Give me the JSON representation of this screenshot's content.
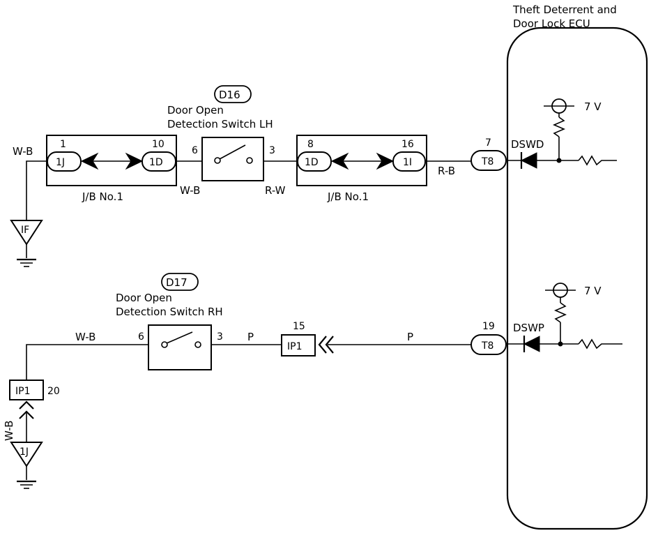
{
  "ecu": {
    "title_line1": "Theft Deterrent and",
    "title_line2": "Door Lock ECU",
    "dswd_label": "DSWD",
    "dswp_label": "DSWP",
    "voltage_top": "7 V",
    "voltage_bottom": "7 V",
    "pin_t8_top": "T8",
    "pin_t8_top_num": "7",
    "pin_t8_bottom": "T8",
    "pin_t8_bottom_num": "19"
  },
  "switch_lh": {
    "code": "D16",
    "name_line1": "Door Open",
    "name_line2": "Detection Switch LH",
    "pin_left": "6",
    "pin_right": "3"
  },
  "switch_rh": {
    "code": "D17",
    "name_line1": "Door Open",
    "name_line2": "Detection Switch RH",
    "pin_left": "6",
    "pin_right": "3"
  },
  "jb_left": {
    "label": "J/B No.1",
    "conn_a": "1J",
    "conn_a_pin": "1",
    "conn_b": "1D",
    "conn_b_pin": "10"
  },
  "jb_right": {
    "label": "J/B No.1",
    "conn_a": "1D",
    "conn_a_pin": "8",
    "conn_b": "1I",
    "conn_b_pin": "16"
  },
  "wires": {
    "top_left": "W-B",
    "top_mid_left": "W-B",
    "top_mid_right": "R-W",
    "top_right": "R-B",
    "bottom_left": "W-B",
    "bottom_mid": "P",
    "bottom_right": "P",
    "bottom_vertical": "W-B"
  },
  "connectors": {
    "ip1_mid": "IP1",
    "ip1_mid_pin": "15",
    "ip1_left": "IP1",
    "ip1_left_pin": "20"
  },
  "grounds": {
    "top": "IF",
    "bottom": "1J"
  }
}
